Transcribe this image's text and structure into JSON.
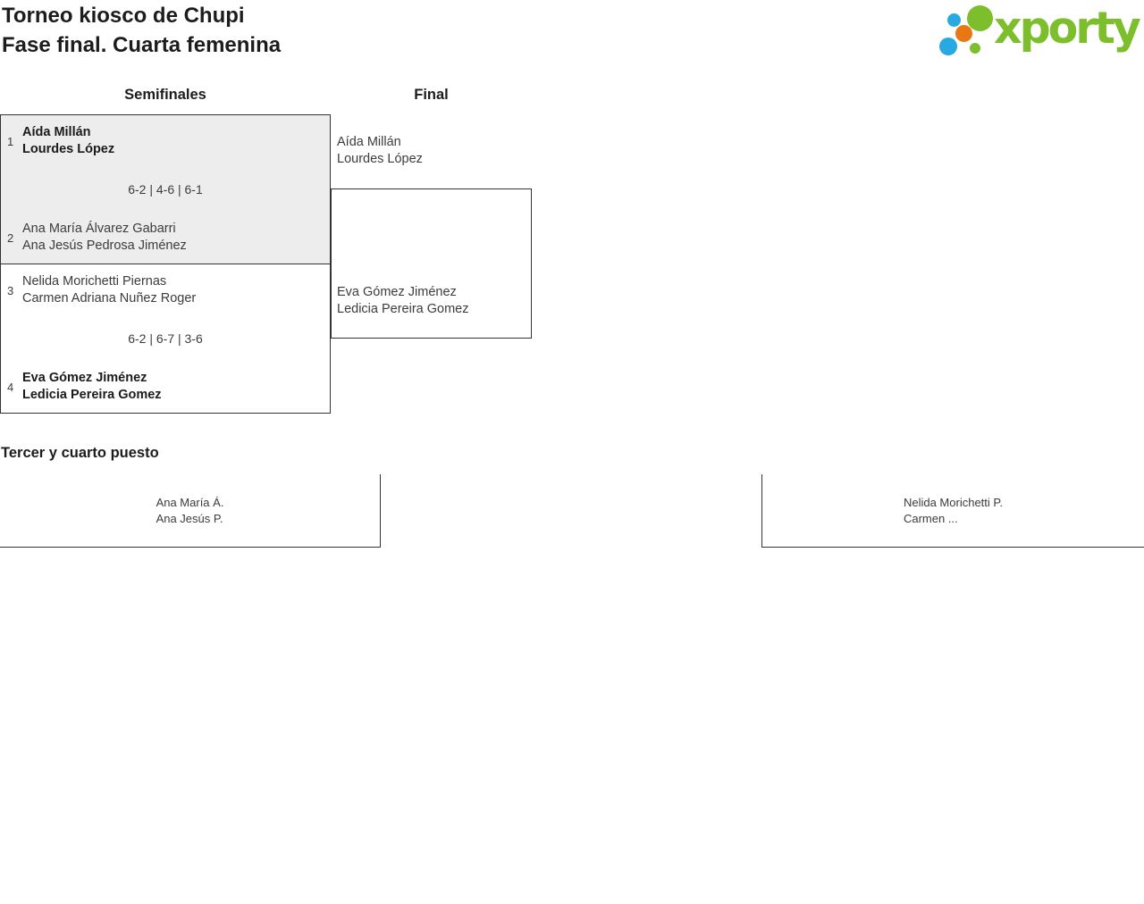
{
  "header": {
    "title_line1": "Torneo kiosco de Chupi",
    "title_line2": "Fase final. Cuarta femenina"
  },
  "logo": {
    "wordmark": "xporty",
    "colors": {
      "green": "#7cbe2b",
      "blue": "#29a9e1",
      "orange": "#e87714"
    }
  },
  "bracket": {
    "semifinals_header": "Semifinales",
    "final_header": "Final",
    "matches": [
      {
        "team1_seed": "1",
        "team1_players": [
          "Aída Millán",
          "Lourdes López"
        ],
        "score": "6-2 | 4-6 | 6-1",
        "team2_seed": "2",
        "team2_players": [
          "Ana María Álvarez Gabarri",
          "Ana Jesús Pedrosa Jiménez"
        ],
        "winner": "team1"
      },
      {
        "team1_seed": "3",
        "team1_players": [
          "Nelida Morichetti Piernas",
          "Carmen Adriana Nuñez Roger"
        ],
        "score": "6-2 | 6-7 | 3-6",
        "team2_seed": "4",
        "team2_players": [
          "Eva Gómez Jiménez",
          "Ledicia Pereira Gomez"
        ],
        "winner": "team2"
      }
    ],
    "final": {
      "finalist1": [
        "Aída Millán",
        "Lourdes López"
      ],
      "finalist2": [
        "Eva Gómez Jiménez",
        "Ledicia Pereira Gomez"
      ]
    }
  },
  "third_place": {
    "heading": "Tercer y cuarto puesto",
    "team1": [
      "Ana María Á.",
      "Ana Jesús P."
    ],
    "team2": [
      "Nelida Morichetti P.",
      "Carmen ..."
    ]
  },
  "style_colors": {
    "box_fill_played": "#ededed",
    "border": "#333333",
    "text": "#3c3c3c"
  }
}
